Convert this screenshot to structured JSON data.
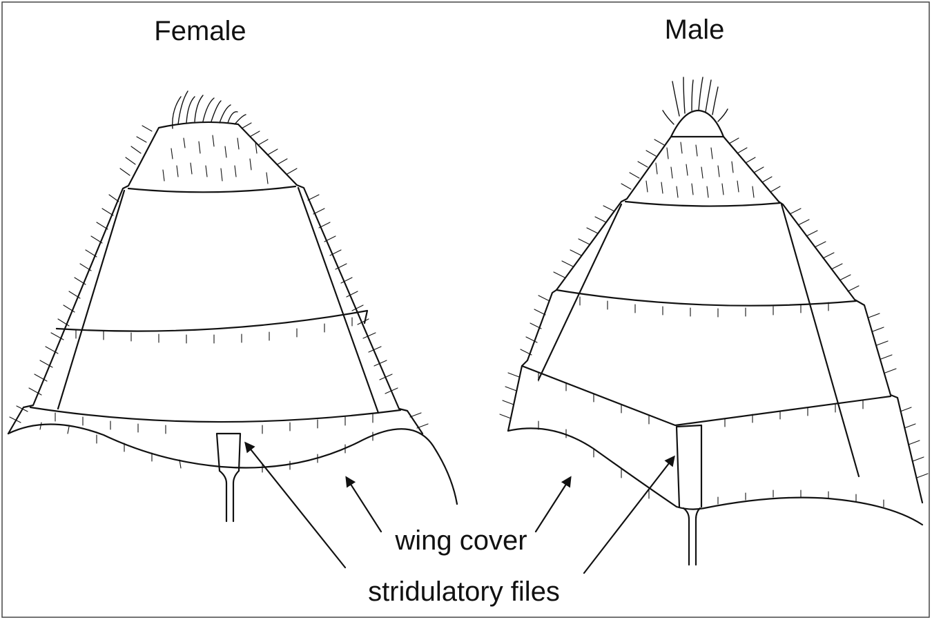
{
  "figure": {
    "left_panel_title": "Female",
    "right_panel_title": "Male",
    "labels": {
      "wing_cover": "wing cover",
      "stridulatory_files": "stridulatory files"
    }
  }
}
